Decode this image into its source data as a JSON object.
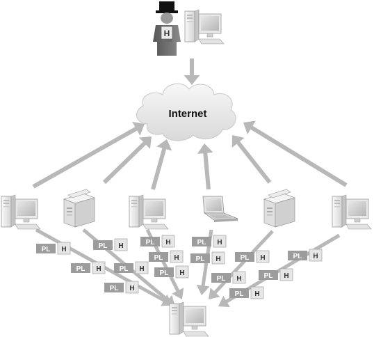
{
  "cloud": {
    "label": "Internet"
  },
  "attacker": {
    "badge_letter": "H"
  },
  "packet": {
    "payload_label": "PL",
    "header_label": "H"
  },
  "colors": {
    "arrow": "#b8b8b8",
    "cloud_fill": "#eeeeee",
    "packet_payload": "#9c9c9c",
    "packet_header": "#e6e6e6",
    "device_light": "#f2f2f2",
    "device_mid": "#cfcfcf",
    "device_dark": "#8a8a8a",
    "screen": "#c9c9c9"
  }
}
